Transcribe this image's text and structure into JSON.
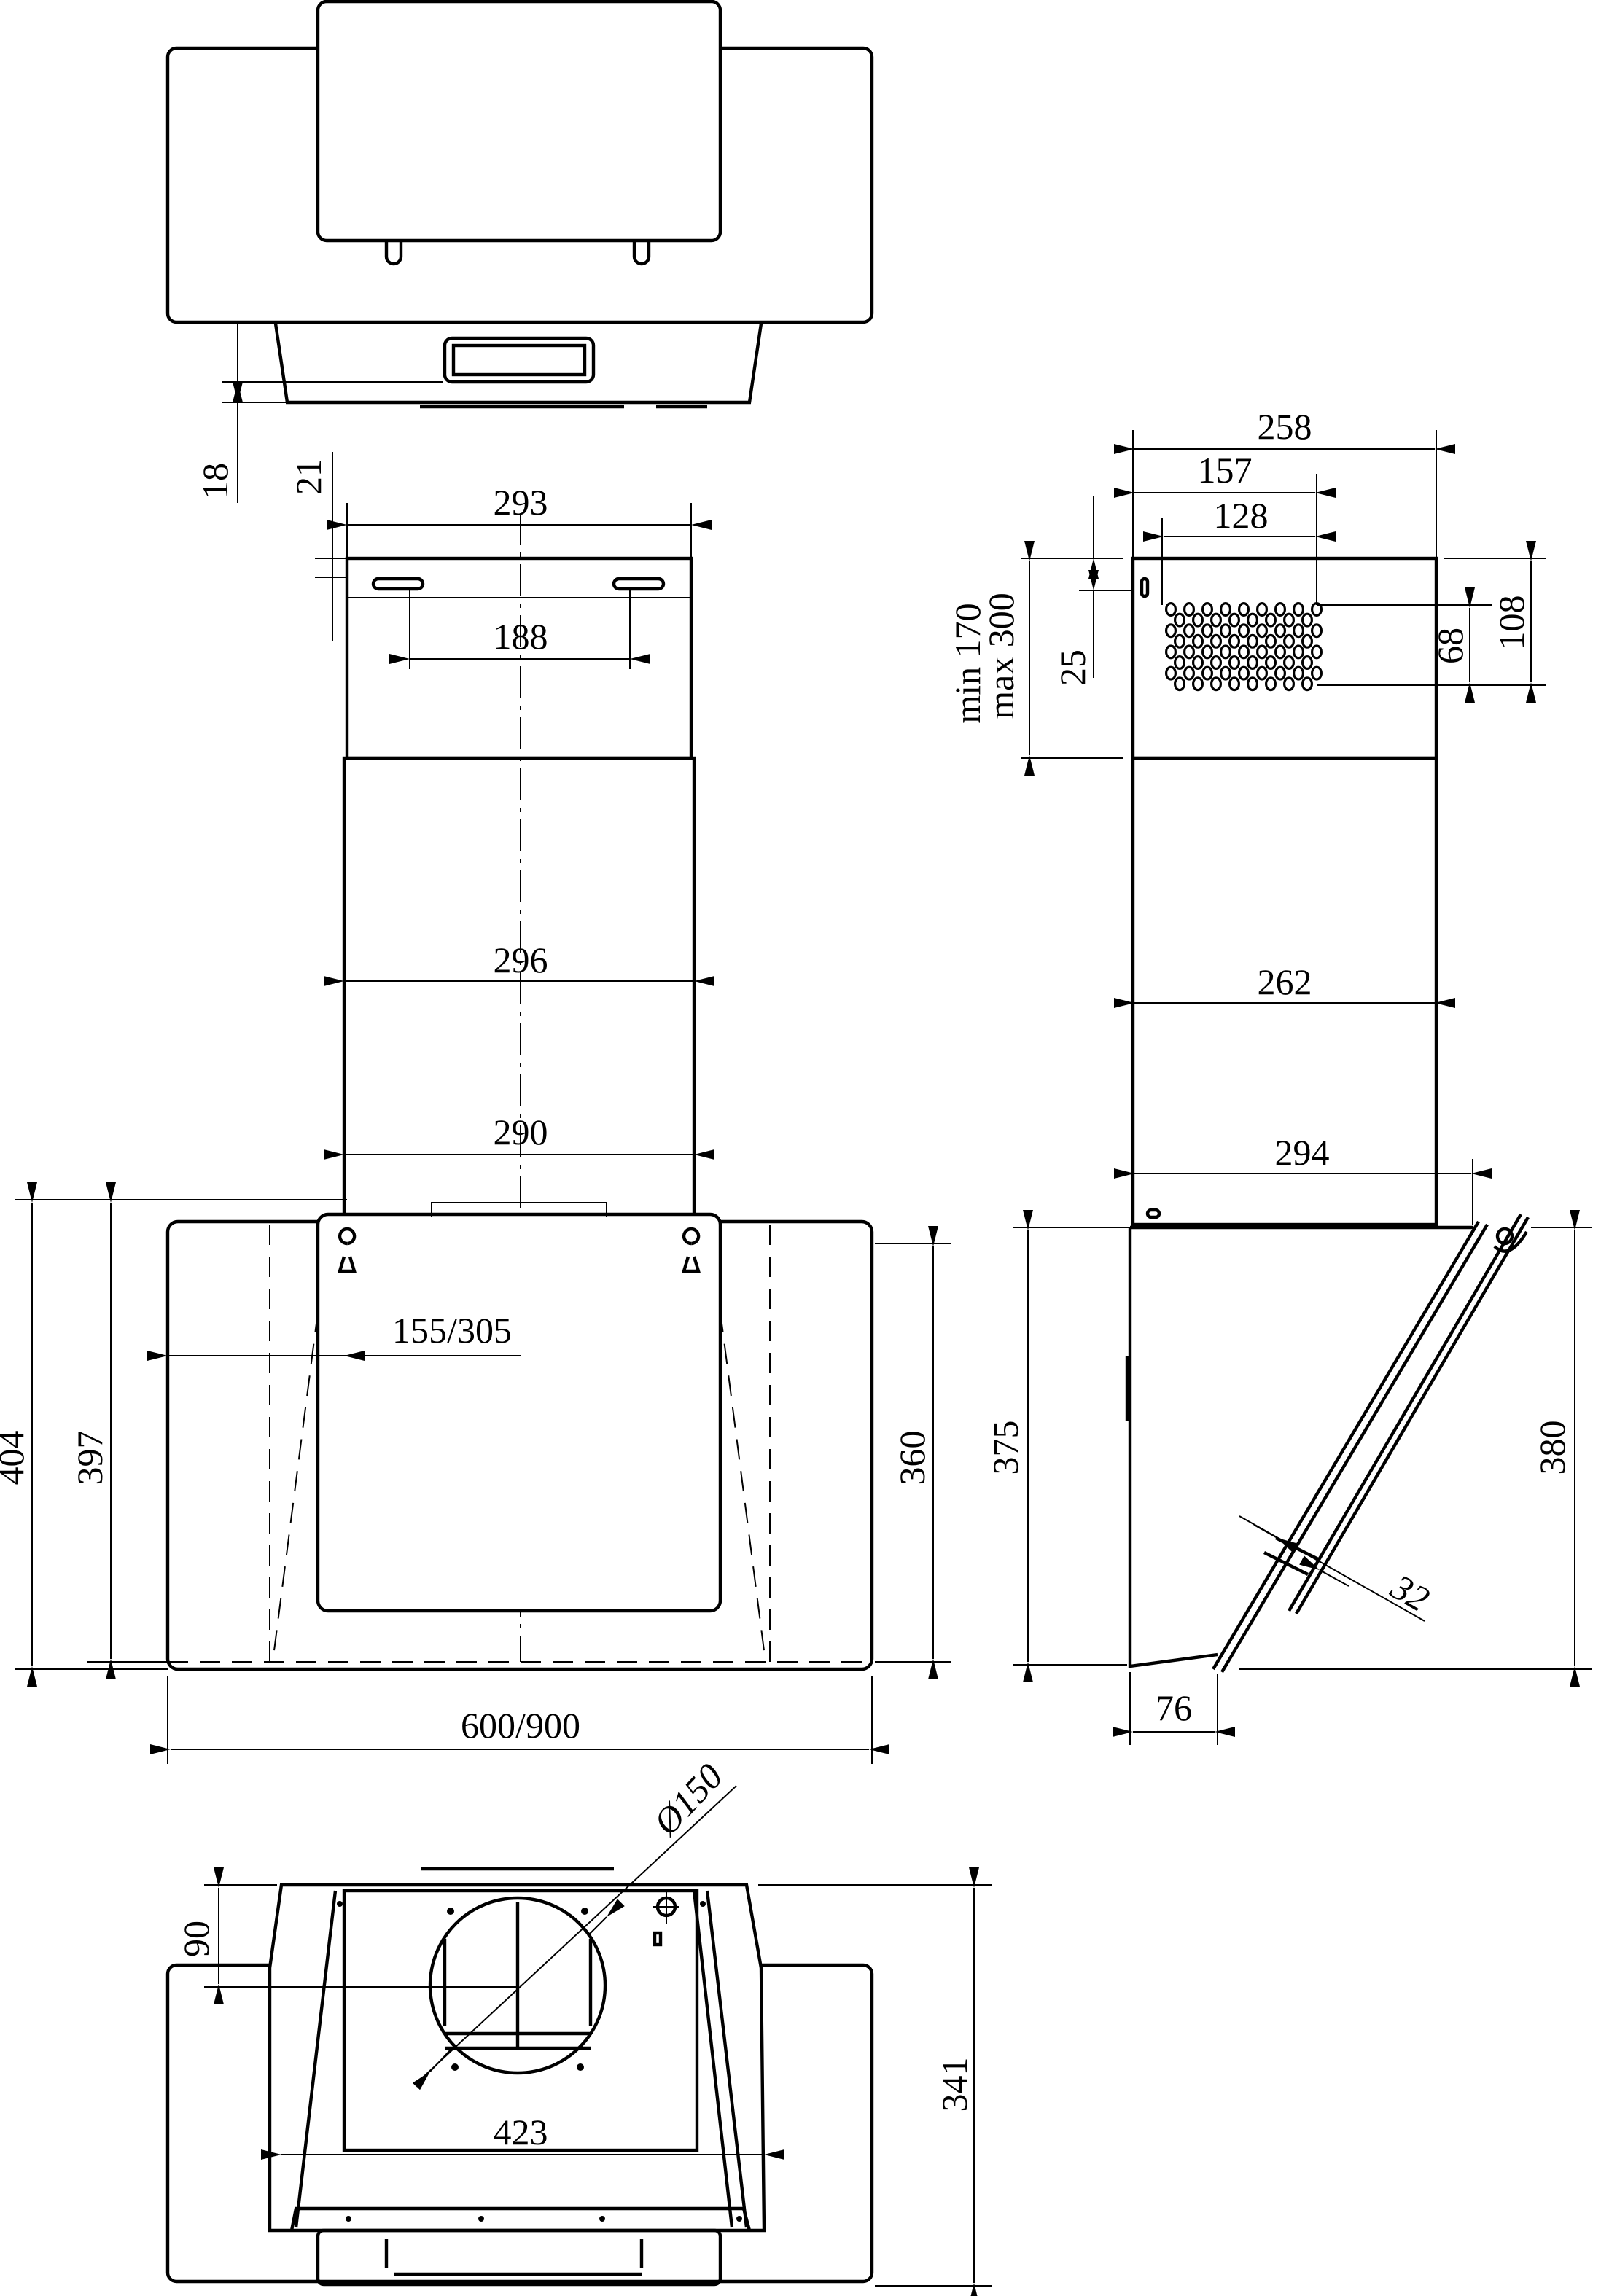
{
  "top_view": {
    "dim_display_offset": "18",
    "dim_bracket_offset": "21"
  },
  "front_view": {
    "dim_upper_width": "293",
    "dim_bracket_spacing": "188",
    "dim_chimney_width": "296",
    "dim_chimney_base": "290",
    "dim_side_offset": "155/305",
    "dim_total_height": "404",
    "dim_glass_height": "397",
    "dim_inner_height": "360",
    "dim_total_width": "600/900"
  },
  "side_view": {
    "dim_depth": "258",
    "dim_grill_right": "157",
    "dim_grill_width": "128",
    "dim_range_min": "min 170",
    "dim_range_max": "max 300",
    "dim_top_offset": "25",
    "dim_grill_bottom": "108",
    "dim_grill_height": "68",
    "dim_chimney_depth": "262",
    "dim_chimney_base": "294",
    "dim_hood_height": "375",
    "dim_glass_height": "380",
    "dim_bottom_depth": "76",
    "dim_glass_gap": "32"
  },
  "bottom_view": {
    "dim_outlet_diameter": "Ø150",
    "dim_outlet_offset": "90",
    "dim_depth": "341",
    "dim_width": "423"
  }
}
